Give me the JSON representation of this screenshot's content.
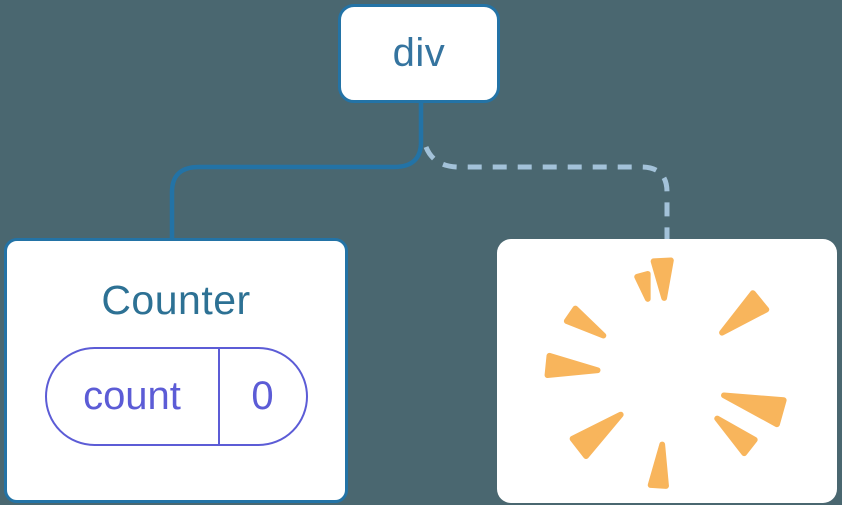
{
  "stage": {
    "background_color": "#4a6770"
  },
  "diagram": {
    "description": "component tree: div root with solid edge to preserved Counter component and dashed edge to a removed (poof) component",
    "root_node": {
      "label": "div"
    },
    "counter_card": {
      "title": "Counter",
      "state_pill": {
        "key": "count",
        "value": "0"
      }
    },
    "removed_card": {
      "icon": "poof-burst-icon"
    }
  },
  "colors": {
    "node_border_blue": "#2373a6",
    "node_text_blue": "#35749f",
    "counter_title_blue": "#2d7194",
    "solid_edge_blue": "#2373a6",
    "dashed_edge_blue": "#a3c2d9",
    "state_purple": "#5c5cd6",
    "poof_orange": "#f8b55c",
    "card_background": "#ffffff"
  }
}
